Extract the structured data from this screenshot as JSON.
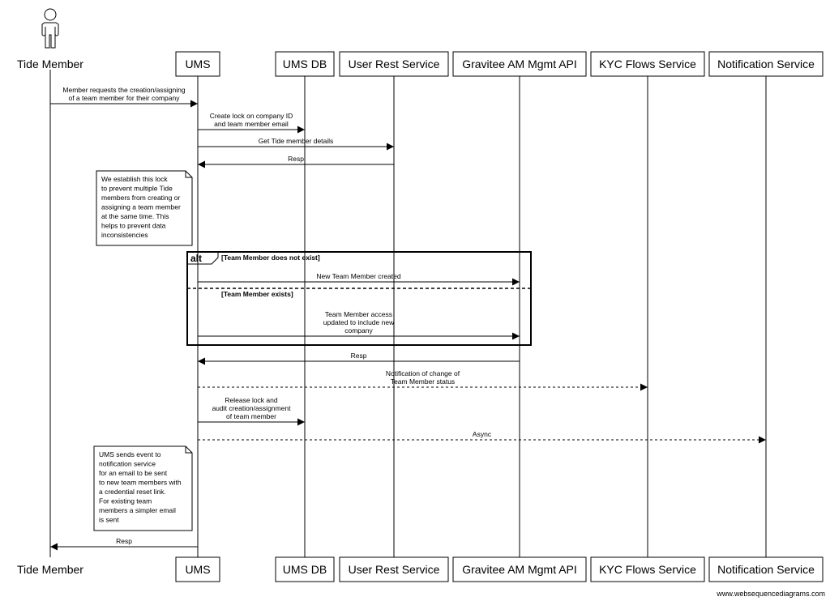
{
  "participants": [
    {
      "id": "tide",
      "label": "Tide Member",
      "actor": true
    },
    {
      "id": "ums",
      "label": "UMS"
    },
    {
      "id": "umsdb",
      "label": "UMS DB"
    },
    {
      "id": "urs",
      "label": "User Rest Service"
    },
    {
      "id": "gravitee",
      "label": "Gravitee AM Mgmt API"
    },
    {
      "id": "kyc",
      "label": "KYC Flows Service"
    },
    {
      "id": "notif",
      "label": "Notification Service"
    }
  ],
  "messages": [
    {
      "from": "tide",
      "to": "ums",
      "lines": [
        "Member requests the creation/assigning",
        "of a team member for their company"
      ],
      "dashed": false
    },
    {
      "from": "ums",
      "to": "umsdb",
      "lines": [
        "Create lock on company ID",
        "and team member email"
      ],
      "dashed": false
    },
    {
      "from": "ums",
      "to": "urs",
      "lines": [
        "Get Tide member details"
      ],
      "dashed": false
    },
    {
      "from": "urs",
      "to": "ums",
      "lines": [
        "Resp"
      ],
      "dashed": false
    },
    {
      "from": "ums",
      "to": "gravitee",
      "lines": [
        "New Team Member created"
      ],
      "dashed": false
    },
    {
      "from": "ums",
      "to": "gravitee",
      "lines": [
        "Team Member access",
        "updated to include new",
        "company"
      ],
      "dashed": false
    },
    {
      "from": "gravitee",
      "to": "ums",
      "lines": [
        "Resp"
      ],
      "dashed": false
    },
    {
      "from": "ums",
      "to": "kyc",
      "lines": [
        "Notification of change of",
        "Team Member status"
      ],
      "dashed": true
    },
    {
      "from": "ums",
      "to": "umsdb",
      "lines": [
        "Release lock and",
        "audit creation/assignment",
        "of team member"
      ],
      "dashed": false
    },
    {
      "from": "ums",
      "to": "notif",
      "lines": [
        "Async"
      ],
      "dashed": true
    },
    {
      "from": "ums",
      "to": "tide",
      "lines": [
        "Resp"
      ],
      "dashed": false
    }
  ],
  "notes": [
    {
      "lines": [
        "We establish this lock",
        "to prevent multiple Tide",
        "members from creating or",
        "assigning a team member",
        "at the same time. This",
        "helps to prevent data",
        "inconsistencies"
      ]
    },
    {
      "lines": [
        "UMS sends event to",
        "notification service",
        "for an email to be sent",
        "to new team members with",
        "a credential reset link.",
        "For existing team",
        "members a simpler email",
        "is sent"
      ]
    }
  ],
  "alt": {
    "keyword": "alt",
    "conditions": [
      "[Team Member does not exist]",
      "[Team Member exists]"
    ]
  },
  "watermark": "www.websequencediagrams.com"
}
